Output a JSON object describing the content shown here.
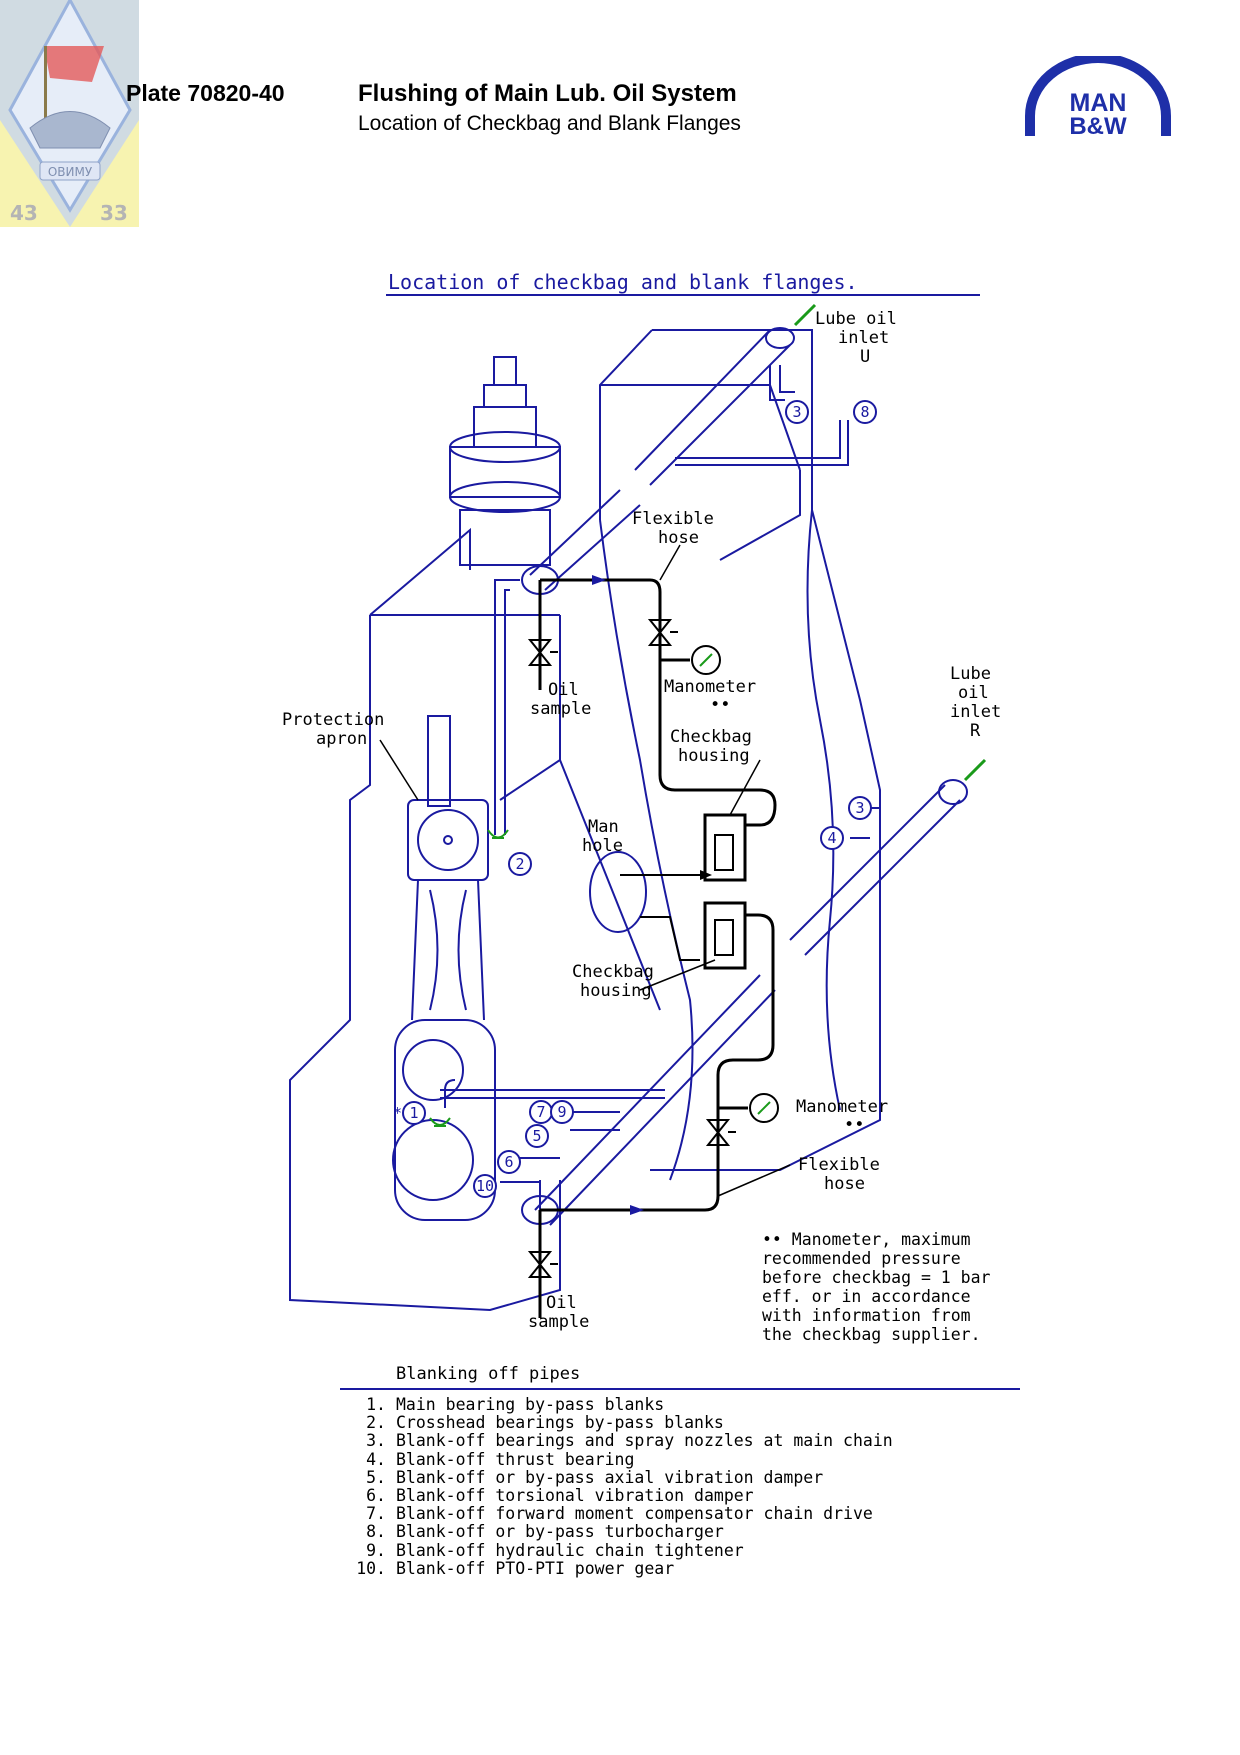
{
  "header": {
    "plate_number": "Plate 70820-40",
    "title": "Flushing of Main Lub. Oil System",
    "subtitle": "Location of Checkbag and Blank Flanges",
    "logo_line1": "MAN",
    "logo_line2": "B&W",
    "badge_text": "ОВИМУ",
    "badge_left_number": "43",
    "badge_right_number": "33"
  },
  "diagram": {
    "title": "Location of checkbag and blank flanges.",
    "labels": {
      "lube_inlet_u": [
        "Lube oil",
        "inlet",
        "U"
      ],
      "lube_inlet_r": [
        "Lube",
        "oil",
        "inlet",
        "R"
      ],
      "flexible_hose_top": [
        "Flexible",
        "hose"
      ],
      "flexible_hose_bottom": [
        "Flexible",
        "hose"
      ],
      "manometer_top": [
        "Manometer",
        "••"
      ],
      "manometer_bottom": [
        "Manometer",
        "••"
      ],
      "oil_sample_top": [
        "Oil",
        "sample"
      ],
      "oil_sample_bottom": [
        "Oil",
        "sample"
      ],
      "checkbag_housing_top": [
        "Checkbag",
        "housing"
      ],
      "checkbag_housing_bottom": [
        "Checkbag",
        "housing"
      ],
      "protection_apron": [
        "Protection",
        "apron"
      ],
      "man_hole": [
        "Man",
        "hole"
      ]
    },
    "callouts": [
      "1",
      "2",
      "3",
      "4",
      "5",
      "6",
      "7",
      "9",
      "10",
      "3",
      "8"
    ],
    "star_marker": "*"
  },
  "note": {
    "lines": [
      "•• Manometer, maximum",
      "   recommended pressure",
      "   before checkbag = 1 bar",
      "   eff. or in accordance",
      "   with information from",
      "   the checkbag supplier."
    ]
  },
  "legend": {
    "title": "Blanking off pipes",
    "items": [
      {
        "n": "1.",
        "text": "Main bearing by-pass blanks"
      },
      {
        "n": "2.",
        "text": "Crosshead bearings by-pass blanks"
      },
      {
        "n": "3.",
        "text": "Blank-off bearings and spray nozzles at main chain"
      },
      {
        "n": "4.",
        "text": "Blank-off thrust bearing"
      },
      {
        "n": "5.",
        "text": "Blank-off or by-pass axial vibration damper"
      },
      {
        "n": "6.",
        "text": "Blank-off torsional vibration damper"
      },
      {
        "n": "7.",
        "text": "Blank-off forward moment compensator chain drive"
      },
      {
        "n": "8.",
        "text": "Blank-off or by-pass turbocharger"
      },
      {
        "n": "9.",
        "text": "Blank-off hydraulic chain tightener"
      },
      {
        "n": "10.",
        "text": "Blank-off PTO-PTI power gear"
      }
    ]
  },
  "colors": {
    "engine_outline": "#1a1aa0",
    "flushing_lines": "#000000",
    "nozzle": "#1a9a1a",
    "logo_blue": "#1e2fa8",
    "badge_bg": "#f7f3b0",
    "badge_blue": "#9ab3dd"
  }
}
